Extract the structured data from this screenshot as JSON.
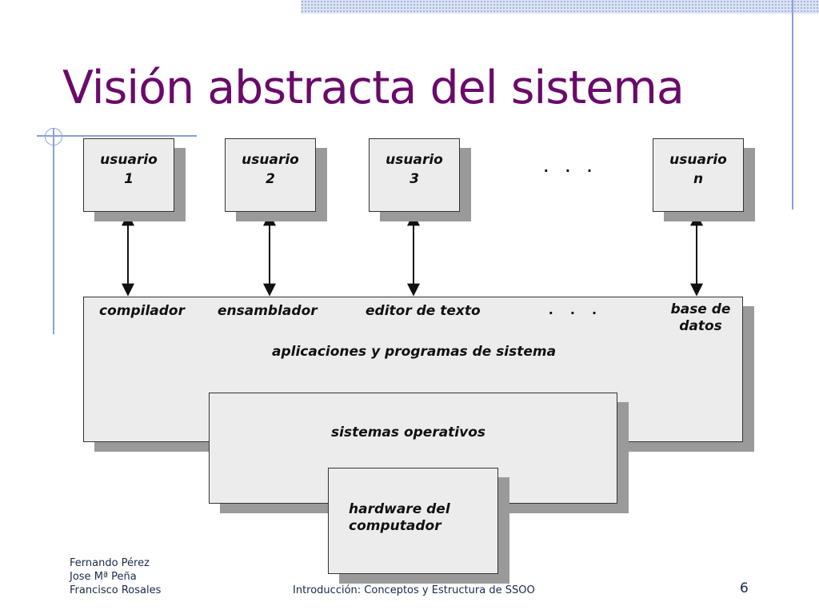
{
  "slide": {
    "title": "Visión abstracta del sistema",
    "page_number": "6"
  },
  "diagram": {
    "users": [
      {
        "line1": "usuario",
        "line2": "1"
      },
      {
        "line1": "usuario",
        "line2": "2"
      },
      {
        "line1": "usuario",
        "line2": "3"
      },
      {
        "line1": "usuario",
        "line2": "n"
      }
    ],
    "users_ellipsis": ". . .",
    "applications": [
      "compilador",
      "ensamblador",
      "editor de texto"
    ],
    "applications_ellipsis": ". . .",
    "database_line1": "base de",
    "database_line2": "datos",
    "apps_layer": "aplicaciones y programas de sistema",
    "os_layer": "sistemas operativos",
    "hardware_line1": "hardware del",
    "hardware_line2": "computador"
  },
  "footer": {
    "authors": [
      "Fernando Pérez",
      "Jose Mª Peña",
      "Francisco Rosales"
    ],
    "subtitle": "Introducción: Conceptos y Estructura de SSOO"
  },
  "colors": {
    "title": "#6a0a6a",
    "box_fill": "#ececec",
    "box_shadow": "#9a9a9a",
    "accent_lines": "#8aa0d8"
  }
}
